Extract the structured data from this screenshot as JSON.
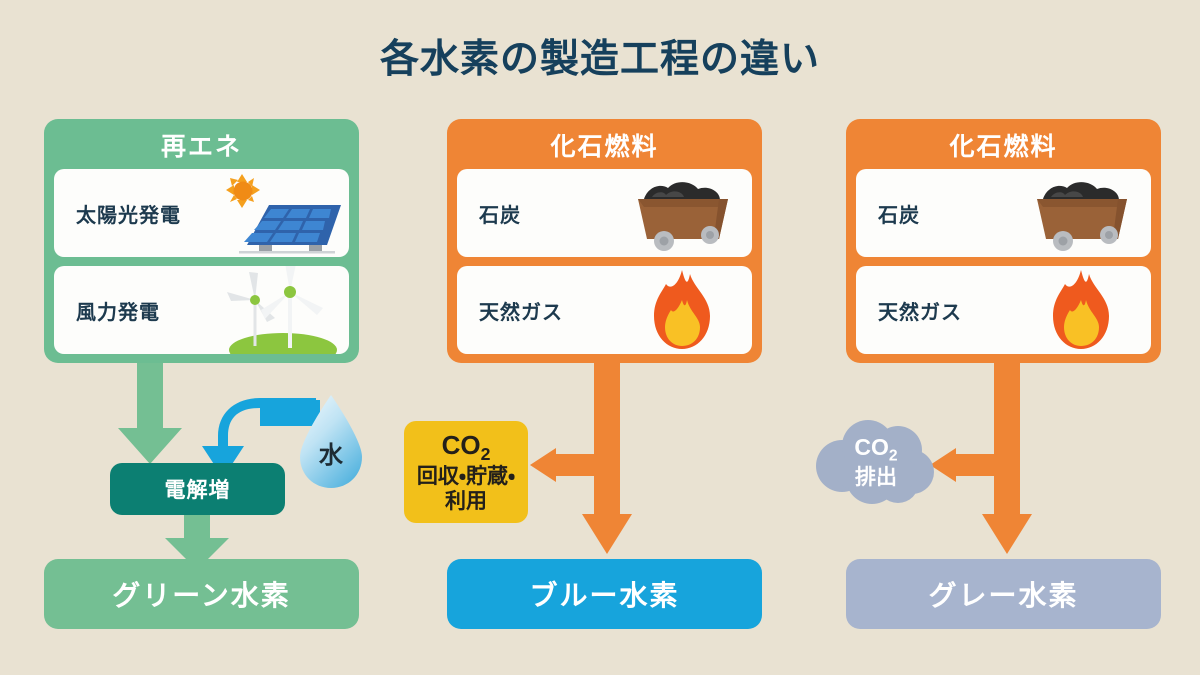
{
  "page": {
    "title": "各水素の製造工程の違い",
    "background_color": "#e9e2d2",
    "title_color": "#16405c"
  },
  "columns": [
    {
      "id": "green",
      "source": {
        "header": "再エネ",
        "header_color": "#6cbd92",
        "items": [
          {
            "label": "太陽光発電",
            "icon": "solar-panel-icon"
          },
          {
            "label": "風力発電",
            "icon": "wind-turbine-icon"
          }
        ]
      },
      "process": {
        "label": "電解増",
        "color": "#0c7f72"
      },
      "input": {
        "label": "水",
        "icon": "water-droplet-icon",
        "arrow_color": "#17a4dc"
      },
      "arrow_color": "#74bf93",
      "product": {
        "label": "グリーン水素",
        "color": "#74bf93"
      }
    },
    {
      "id": "blue",
      "source": {
        "header": "化石燃料",
        "header_color": "#ef8535",
        "items": [
          {
            "label": "石炭",
            "icon": "coal-cart-icon"
          },
          {
            "label": "天然ガス",
            "icon": "flame-icon"
          }
        ]
      },
      "byproduct": {
        "line1": "CO",
        "sub1": "2",
        "line2": "回収・貯蔵・",
        "line3": "利用",
        "color": "#f2c01a",
        "shape": "rounded-box"
      },
      "arrow_color": "#ef8535",
      "product": {
        "label": "ブルー水素",
        "color": "#17a4dc"
      }
    },
    {
      "id": "grey",
      "source": {
        "header": "化石燃料",
        "header_color": "#ef8535",
        "items": [
          {
            "label": "石炭",
            "icon": "coal-cart-icon"
          },
          {
            "label": "天然ガス",
            "icon": "flame-icon"
          }
        ]
      },
      "byproduct": {
        "line1": "CO",
        "sub1": "2",
        "line2": "排出",
        "color": "#a3b0c8",
        "shape": "cloud"
      },
      "arrow_color": "#ef8535",
      "product": {
        "label": "グレー水素",
        "color": "#a7b4ce"
      }
    }
  ]
}
